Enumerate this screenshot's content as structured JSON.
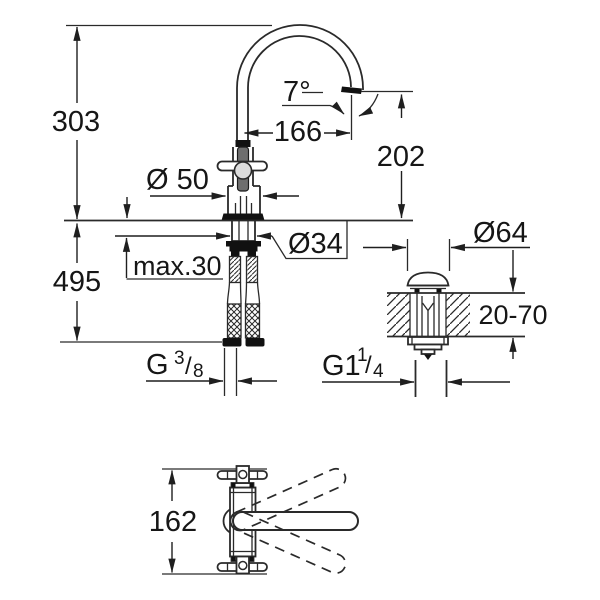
{
  "drawing_title": "faucet-installation-dimension-drawing",
  "colors": {
    "line": "#2a2a2a",
    "text": "#161616",
    "dark_fill": "#111111",
    "handle_gray": "#6e6e6e",
    "background": "#ffffff"
  },
  "front_view": {
    "spout_height": "303",
    "height_below_deck": "495",
    "spout_reach": "166",
    "outlet_height": "202",
    "outlet_angle": "7°",
    "body_diameter": "Ø 50",
    "hole_diameter": "Ø34",
    "max_deck_thickness": "max.30",
    "supply_thread": {
      "prefix": "G",
      "numerator": "3",
      "slash": "/",
      "denominator": "8"
    }
  },
  "drain_view": {
    "cap_diameter": "Ø64",
    "deck_thickness_range": "20-70",
    "waste_thread": {
      "prefix": "G1",
      "numerator": "1",
      "slash": "/",
      "denominator": "4"
    }
  },
  "top_view": {
    "swivel_depth": "162"
  }
}
